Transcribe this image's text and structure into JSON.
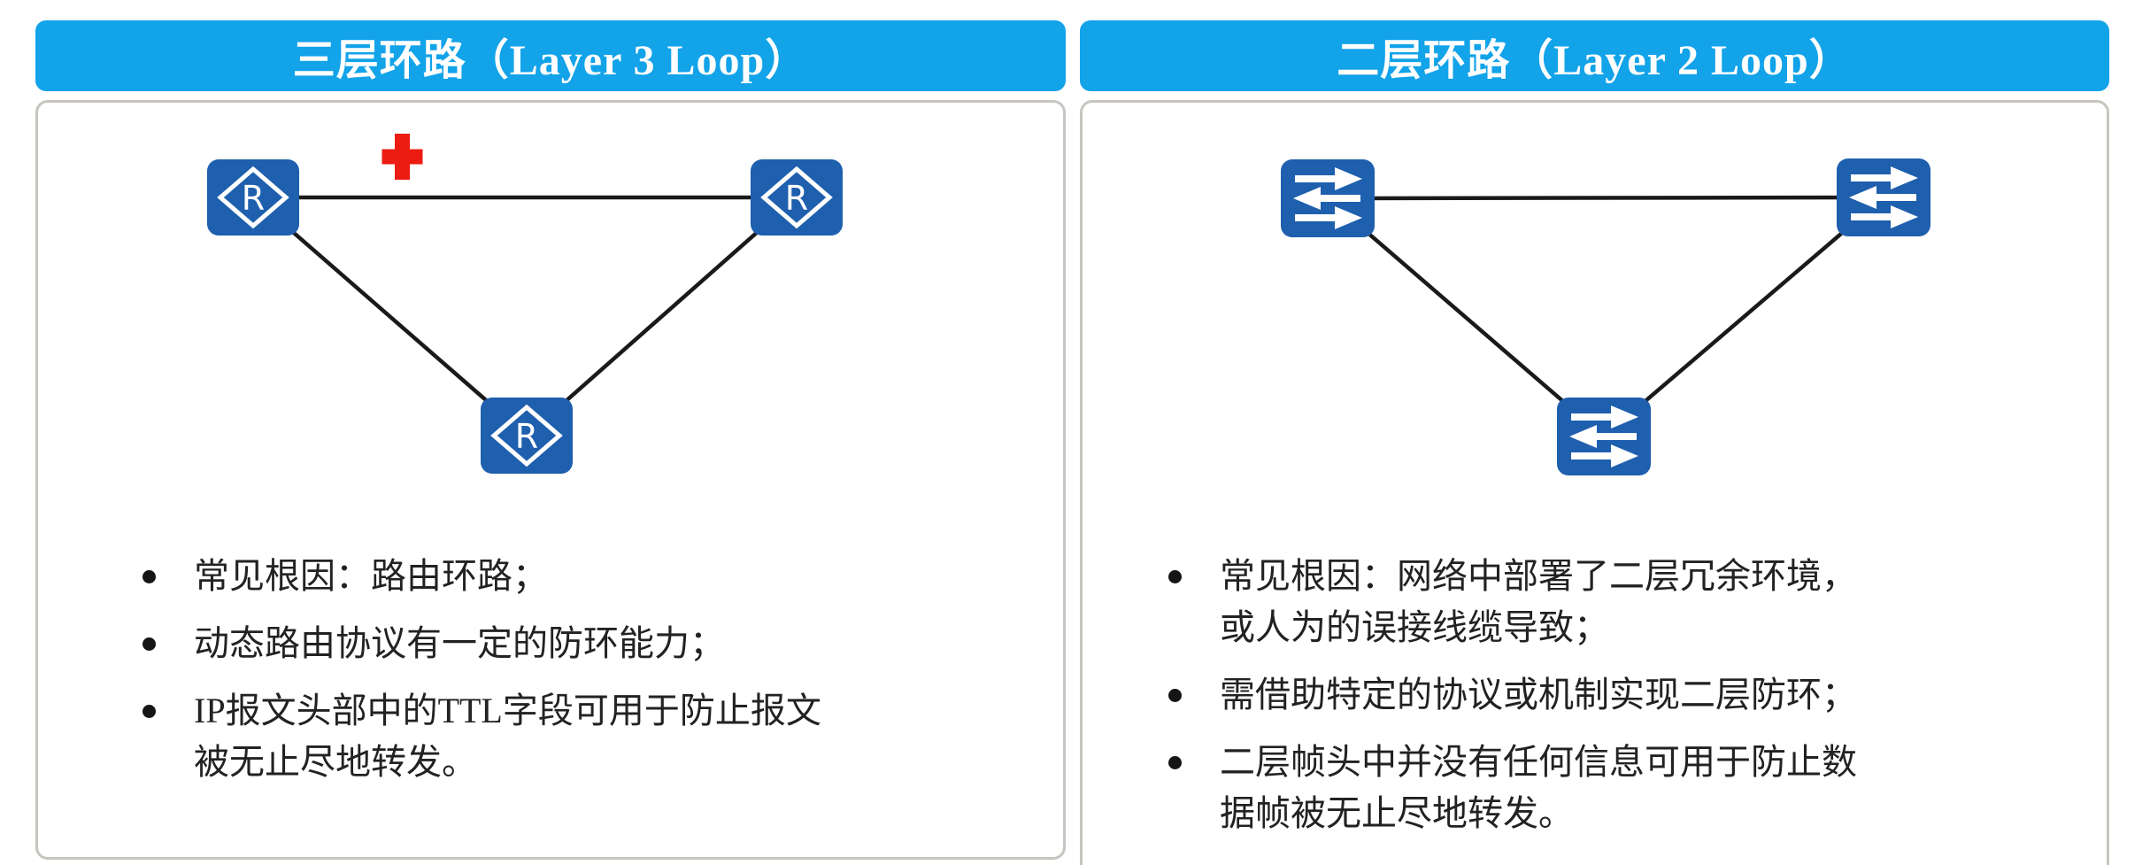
{
  "colors": {
    "header_bg": "#12a3e9",
    "header_text": "#ffffff",
    "panel_border": "#c8c4c0",
    "device_blue": "#1e5fae",
    "device_glyph_white": "#ffffff",
    "link_black": "#1a1a1a",
    "alert_red": "#ec1c12",
    "body_text": "#222222"
  },
  "left_panel": {
    "title": "三层环路（Layer 3 Loop）",
    "diagram": {
      "device_type": "router",
      "device_label": "R",
      "device_count": 3,
      "topology": "triangle",
      "alert_icon": "red-cross",
      "links": [
        "top-left to top-right",
        "top-left to bottom",
        "top-right to bottom"
      ]
    },
    "bullets": [
      {
        "lines": [
          "常见根因：路由环路；"
        ]
      },
      {
        "lines": [
          "动态路由协议有一定的防环能力；"
        ]
      },
      {
        "lines": [
          "IP报文头部中的TTL字段可用于防止报文",
          "被无止尽地转发。"
        ]
      }
    ]
  },
  "right_panel": {
    "title": "二层环路（Layer 2 Loop）",
    "diagram": {
      "device_type": "switch",
      "device_count": 3,
      "topology": "triangle",
      "links": [
        "top-left to top-right",
        "top-left to bottom",
        "top-right to bottom"
      ]
    },
    "bullets": [
      {
        "lines": [
          "常见根因：网络中部署了二层冗余环境，",
          "或人为的误接线缆导致；"
        ]
      },
      {
        "lines": [
          "需借助特定的协议或机制实现二层防环；"
        ]
      },
      {
        "lines": [
          "二层帧头中并没有任何信息可用于防止数",
          "据帧被无止尽地转发。"
        ]
      }
    ]
  }
}
